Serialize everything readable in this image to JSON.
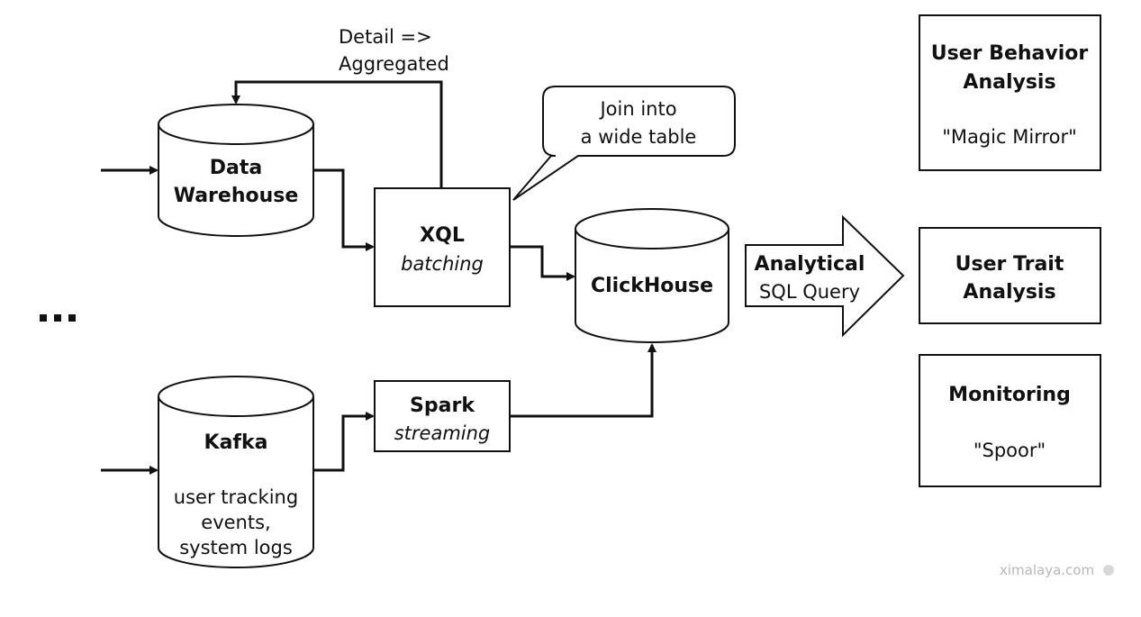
{
  "annotations": {
    "loop_label_line1": "Detail =>",
    "loop_label_line2": "Aggregated",
    "callout_line1": "Join into",
    "callout_line2": "a wide table"
  },
  "nodes": {
    "data_warehouse": {
      "line1": "Data",
      "line2": "Warehouse"
    },
    "kafka": {
      "title": "Kafka",
      "desc1": "user tracking",
      "desc2": "events,",
      "desc3": "system logs"
    },
    "xql": {
      "title": "XQL",
      "subtitle": "batching"
    },
    "spark": {
      "title": "Spark",
      "subtitle": "streaming"
    },
    "clickhouse": {
      "title": "ClickHouse"
    },
    "query_arrow": {
      "line1": "Analytical",
      "line2": "SQL Query"
    },
    "user_behavior": {
      "line1": "User Behavior",
      "line2": "Analysis",
      "product": "\"Magic Mirror\""
    },
    "user_trait": {
      "line1": "User Trait",
      "line2": "Analysis"
    },
    "monitoring": {
      "title": "Monitoring",
      "product": "\"Spoor\""
    }
  },
  "watermark": "ximalaya.com"
}
